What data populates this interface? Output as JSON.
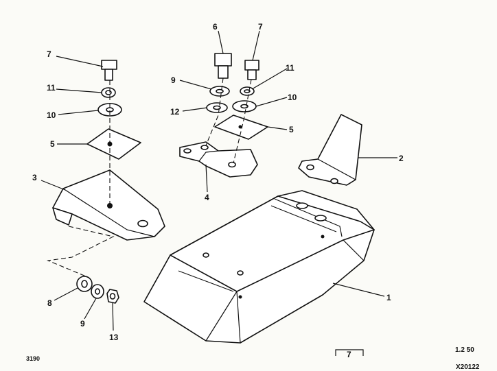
{
  "callouts": {
    "c1": "1",
    "c2": "2",
    "c3": "3",
    "c4": "4",
    "c5a": "5",
    "c5b": "5",
    "c6": "6",
    "c7a": "7",
    "c7b": "7",
    "c8": "8",
    "c9a": "9",
    "c9b": "9",
    "c10a": "10",
    "c10b": "10",
    "c11a": "11",
    "c11b": "11",
    "c12": "12",
    "c13": "13"
  },
  "footer": {
    "left_code": "3190",
    "center_mark": "7",
    "right_scale": "1.2 50",
    "right_ref": "X20122"
  },
  "colors": {
    "ink": "#111111",
    "paper": "#fbfbf7"
  }
}
